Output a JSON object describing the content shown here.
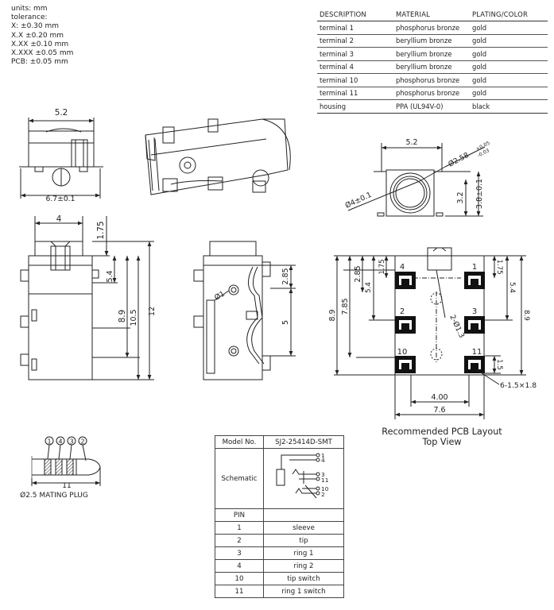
{
  "units": {
    "lines": [
      "units: mm",
      "tolerance:",
      "X: ±0.30 mm",
      "X.X ±0.20 mm",
      "X.XX ±0.10 mm",
      "X.XXX ±0.05 mm",
      "PCB: ±0.05 mm"
    ]
  },
  "materials": {
    "headers": [
      "DESCRIPTION",
      "MATERIAL",
      "PLATING/COLOR"
    ],
    "rows": [
      [
        "terminal 1",
        "phosphorus bronze",
        "gold"
      ],
      [
        "terminal 2",
        "beryllium bronze",
        "gold"
      ],
      [
        "terminal 3",
        "beryllium bronze",
        "gold"
      ],
      [
        "terminal 4",
        "beryllium bronze",
        "gold"
      ],
      [
        "terminal 10",
        "phosphorus bronze",
        "gold"
      ],
      [
        "terminal 11",
        "phosphorus bronze",
        "gold"
      ],
      [
        "housing",
        "PPA (UL94V-0)",
        "black"
      ]
    ]
  },
  "dims": {
    "front_width": "5.2",
    "front_base": "6.7±0.1",
    "top_4": "4",
    "top_175": "1.75",
    "top_54": "5.4",
    "top_89": "8.9",
    "top_105": "10.5",
    "top_12": "12",
    "side_285": "2.85",
    "side_5": "5",
    "side_phi1": "Ø1",
    "right_52": "5.2",
    "right_phi258": "Ø2.58",
    "right_tol_plus": "+0.05",
    "right_tol_minus": "-0.03",
    "right_phi4": "Ø4±0.1",
    "right_32": "3.2",
    "right_38": "3.8±0.1",
    "pcb_89_left": "8.9",
    "pcb_785": "7.85",
    "pcb_285": "2.85",
    "pcb_54_left": "5.4",
    "pcb_175_left": "1.75",
    "pcb_175_right": "1.75",
    "pcb_54_right": "5.4",
    "pcb_89_right": "8.9",
    "pcb_15": "1.5",
    "pcb_phi13": "2-Ø1.3",
    "pcb_pads": "6-1.5×1.8",
    "pcb_400": "4.00",
    "pcb_76": "7.6",
    "pad_labels": [
      "4",
      "1",
      "2",
      "3",
      "10",
      "11"
    ]
  },
  "pcb_caption": {
    "line1": "Recommended PCB Layout",
    "line2": "Top View"
  },
  "plug": {
    "labels": [
      "1",
      "4",
      "3",
      "2"
    ],
    "length": "11",
    "caption": "Ø2.5 MATING PLUG"
  },
  "pin_table": {
    "model_label": "Model No.",
    "model_value": "SJ2-25414D-SMT",
    "schematic_label": "Schematic",
    "schematic_pins": [
      "1",
      "4",
      "3",
      "11",
      "10",
      "2"
    ],
    "pin_header": "PIN",
    "rows": [
      [
        "1",
        "sleeve"
      ],
      [
        "2",
        "tip"
      ],
      [
        "3",
        "ring 1"
      ],
      [
        "4",
        "ring 2"
      ],
      [
        "10",
        "tip switch"
      ],
      [
        "11",
        "ring 1 switch"
      ]
    ]
  }
}
